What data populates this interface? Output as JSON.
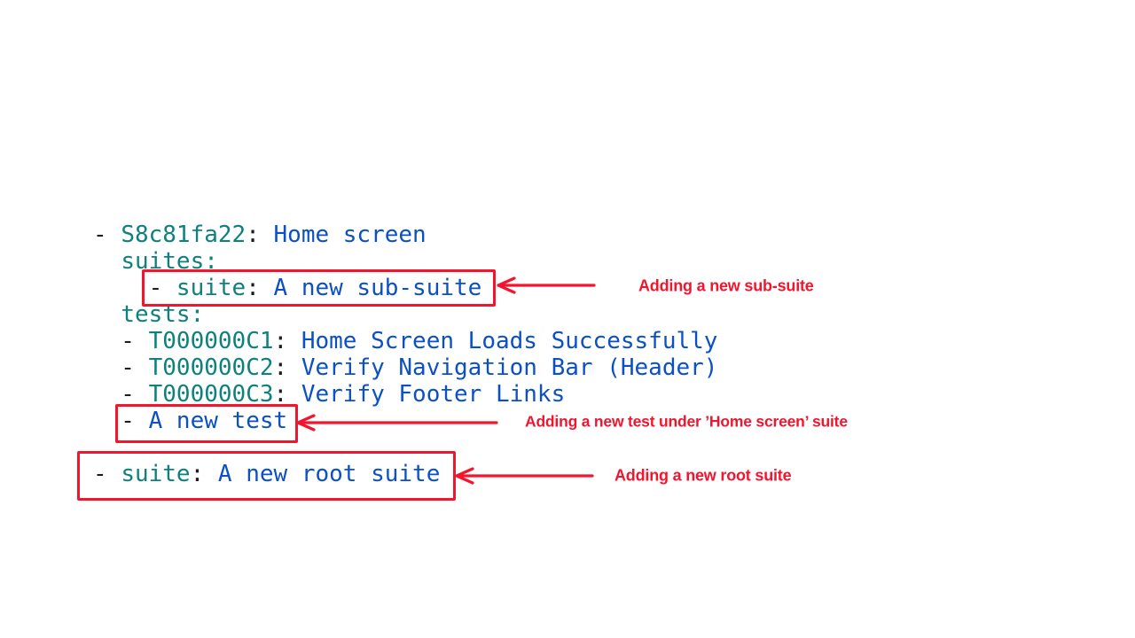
{
  "colors": {
    "background": "#ffffff",
    "code_key": "#0e817c",
    "code_value": "#0b50c4",
    "code_punct": "#1c1c1e",
    "accent_red": "#f2152e"
  },
  "code": {
    "language": "yaml",
    "lines": [
      [
        {
          "text": "- ",
          "type": "p"
        },
        {
          "text": "S8c81fa22",
          "type": "k"
        },
        {
          "text": ": ",
          "type": "p"
        },
        {
          "text": "Home screen",
          "type": "v"
        }
      ],
      [
        {
          "text": "  ",
          "type": "p"
        },
        {
          "text": "suites:",
          "type": "k"
        }
      ],
      [
        {
          "text": "    - ",
          "type": "p"
        },
        {
          "text": "suite",
          "type": "k"
        },
        {
          "text": ": ",
          "type": "p"
        },
        {
          "text": "A new sub-suite",
          "type": "v"
        }
      ],
      [
        {
          "text": "  ",
          "type": "p"
        },
        {
          "text": "tests:",
          "type": "k"
        }
      ],
      [
        {
          "text": "  - ",
          "type": "p"
        },
        {
          "text": "T000000C1",
          "type": "k"
        },
        {
          "text": ": ",
          "type": "p"
        },
        {
          "text": "Home Screen Loads Successfully",
          "type": "v"
        }
      ],
      [
        {
          "text": "  - ",
          "type": "p"
        },
        {
          "text": "T000000C2",
          "type": "k"
        },
        {
          "text": ": ",
          "type": "p"
        },
        {
          "text": "Verify Navigation Bar (Header)",
          "type": "v"
        }
      ],
      [
        {
          "text": "  - ",
          "type": "p"
        },
        {
          "text": "T000000C3",
          "type": "k"
        },
        {
          "text": ": ",
          "type": "p"
        },
        {
          "text": "Verify Footer Links",
          "type": "v"
        }
      ],
      [
        {
          "text": "  - ",
          "type": "p"
        },
        {
          "text": "A new test",
          "type": "v"
        }
      ],
      [],
      [
        {
          "text": "- ",
          "type": "p"
        },
        {
          "text": "suite",
          "type": "k"
        },
        {
          "text": ": ",
          "type": "p"
        },
        {
          "text": "A new root suite",
          "type": "v"
        }
      ]
    ]
  },
  "annotations": [
    {
      "text": "Adding a new sub-suite"
    },
    {
      "text": "Adding a new test under ’Home screen’ suite"
    },
    {
      "text": "Adding a new root suite"
    }
  ]
}
